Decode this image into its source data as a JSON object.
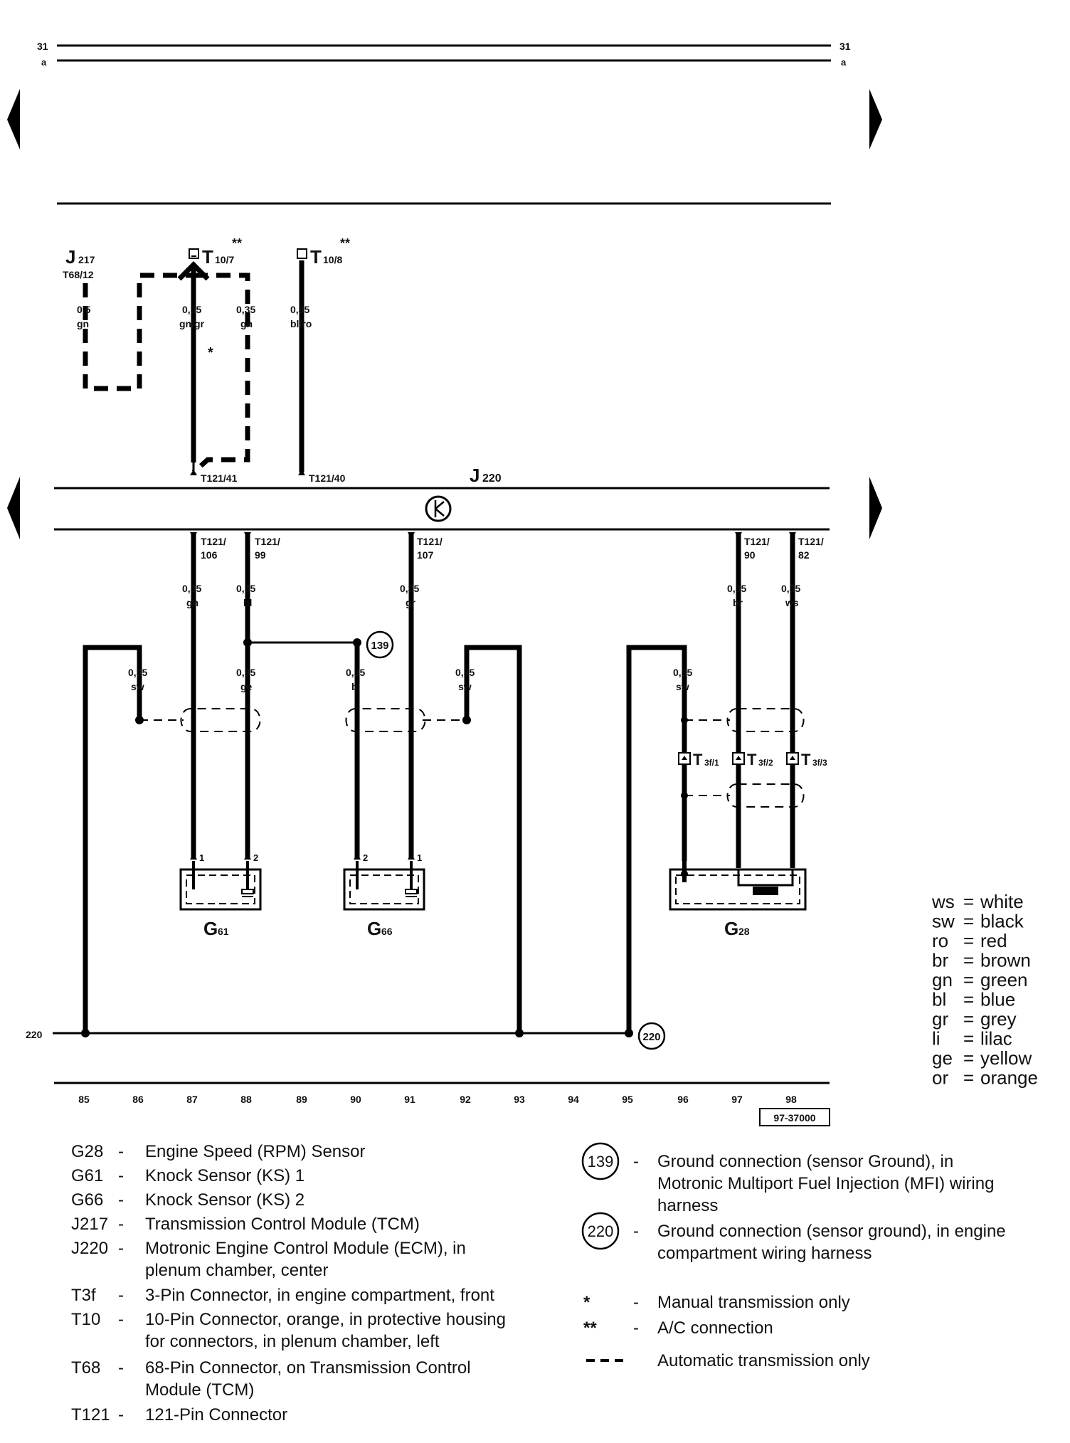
{
  "page": {
    "number": "31",
    "sub": "a",
    "doc_code": "97-37000"
  },
  "top_components": {
    "j217": {
      "name": "J",
      "sub": "217",
      "pin": "T68/12"
    },
    "t10_7": {
      "name": "T",
      "sub": "10/7",
      "mark": "**"
    },
    "t10_8": {
      "name": "T",
      "sub": "10/8",
      "mark": "**"
    },
    "star": "*"
  },
  "wires_top": [
    {
      "gauge": "0,5",
      "color": "gn"
    },
    {
      "gauge": "0,35",
      "color": "gn/gr"
    },
    {
      "gauge": "0,35",
      "color": "gn"
    },
    {
      "gauge": "0,35",
      "color": "bl/ro"
    }
  ],
  "ecm": {
    "name": "J",
    "sub": "220",
    "pins_top": [
      "T121/41",
      "T121/40"
    ],
    "pins_bottom": [
      {
        "a": "T121/",
        "b": "106"
      },
      {
        "a": "T121/",
        "b": "99"
      },
      {
        "a": "T121/",
        "b": "107"
      },
      {
        "a": "T121/",
        "b": "90"
      },
      {
        "a": "T121/",
        "b": "82"
      }
    ]
  },
  "wires_mid": [
    {
      "gauge": "0,35",
      "color": "gn"
    },
    {
      "gauge": "0,35",
      "color": "bl"
    },
    {
      "gauge": "0,35",
      "color": "gr"
    },
    {
      "gauge": "0,35",
      "color": "br"
    },
    {
      "gauge": "0,35",
      "color": "ws"
    }
  ],
  "wires_low": [
    {
      "gauge": "0,35",
      "color": "sw"
    },
    {
      "gauge": "0,35",
      "color": "ge"
    },
    {
      "gauge": "0,35",
      "color": "bl"
    },
    {
      "gauge": "0,35",
      "color": "sw"
    },
    {
      "gauge": "0,35",
      "color": "sw"
    }
  ],
  "ground_badges": [
    "139",
    "220"
  ],
  "ground_line_label": "220",
  "t3f_pins": [
    {
      "name": "T",
      "sub": "3f/1"
    },
    {
      "name": "T",
      "sub": "3f/2"
    },
    {
      "name": "T",
      "sub": "3f/3"
    }
  ],
  "sensors": [
    {
      "name": "G",
      "sub": "61",
      "pins": [
        "1",
        "2"
      ]
    },
    {
      "name": "G",
      "sub": "66",
      "pins": [
        "2",
        "1"
      ]
    },
    {
      "name": "G",
      "sub": "28"
    }
  ],
  "tracks": [
    "85",
    "86",
    "87",
    "88",
    "89",
    "90",
    "91",
    "92",
    "93",
    "94",
    "95",
    "96",
    "97",
    "98"
  ],
  "color_legend": [
    {
      "code": "ws",
      "name": "white"
    },
    {
      "code": "sw",
      "name": "black"
    },
    {
      "code": "ro",
      "name": "red"
    },
    {
      "code": "br",
      "name": "brown"
    },
    {
      "code": "gn",
      "name": "green"
    },
    {
      "code": "bl",
      "name": "blue"
    },
    {
      "code": "gr",
      "name": "grey"
    },
    {
      "code": "li",
      "name": "lilac"
    },
    {
      "code": "ge",
      "name": "yellow"
    },
    {
      "code": "or",
      "name": "orange"
    }
  ],
  "component_legend": [
    {
      "code": "G28",
      "lines": [
        "Engine Speed (RPM) Sensor"
      ]
    },
    {
      "code": "G61",
      "lines": [
        "Knock Sensor (KS) 1"
      ]
    },
    {
      "code": "G66",
      "lines": [
        "Knock Sensor (KS) 2"
      ]
    },
    {
      "code": "J217",
      "lines": [
        "Transmission Control Module (TCM)"
      ]
    },
    {
      "code": "J220",
      "lines": [
        "Motronic Engine Control Module (ECM), in",
        "plenum chamber, center"
      ]
    },
    {
      "code": "T3f",
      "lines": [
        "3-Pin Connector, in engine compartment, front"
      ]
    },
    {
      "code": "T10",
      "lines": [
        "10-Pin Connector, orange, in protective housing",
        "for connectors, in plenum chamber, left"
      ]
    },
    {
      "code": "T68",
      "lines": [
        "68-Pin Connector, on Transmission Control",
        "Module (TCM)"
      ]
    },
    {
      "code": "T121",
      "lines": [
        "121-Pin Connector"
      ]
    }
  ],
  "ground_legend": [
    {
      "code": "139",
      "lines": [
        "Ground connection (sensor Ground), in",
        "Motronic Multiport Fuel Injection (MFI) wiring",
        "harness"
      ]
    },
    {
      "code": "220",
      "lines": [
        "Ground connection (sensor ground), in engine",
        "compartment wiring harness"
      ]
    }
  ],
  "symbol_legend": [
    {
      "symbol": "*",
      "text": "Manual transmission only"
    },
    {
      "symbol": "**",
      "text": "A/C connection"
    },
    {
      "symbol": "- - -",
      "text": "Automatic transmission only"
    }
  ],
  "dash": "-"
}
